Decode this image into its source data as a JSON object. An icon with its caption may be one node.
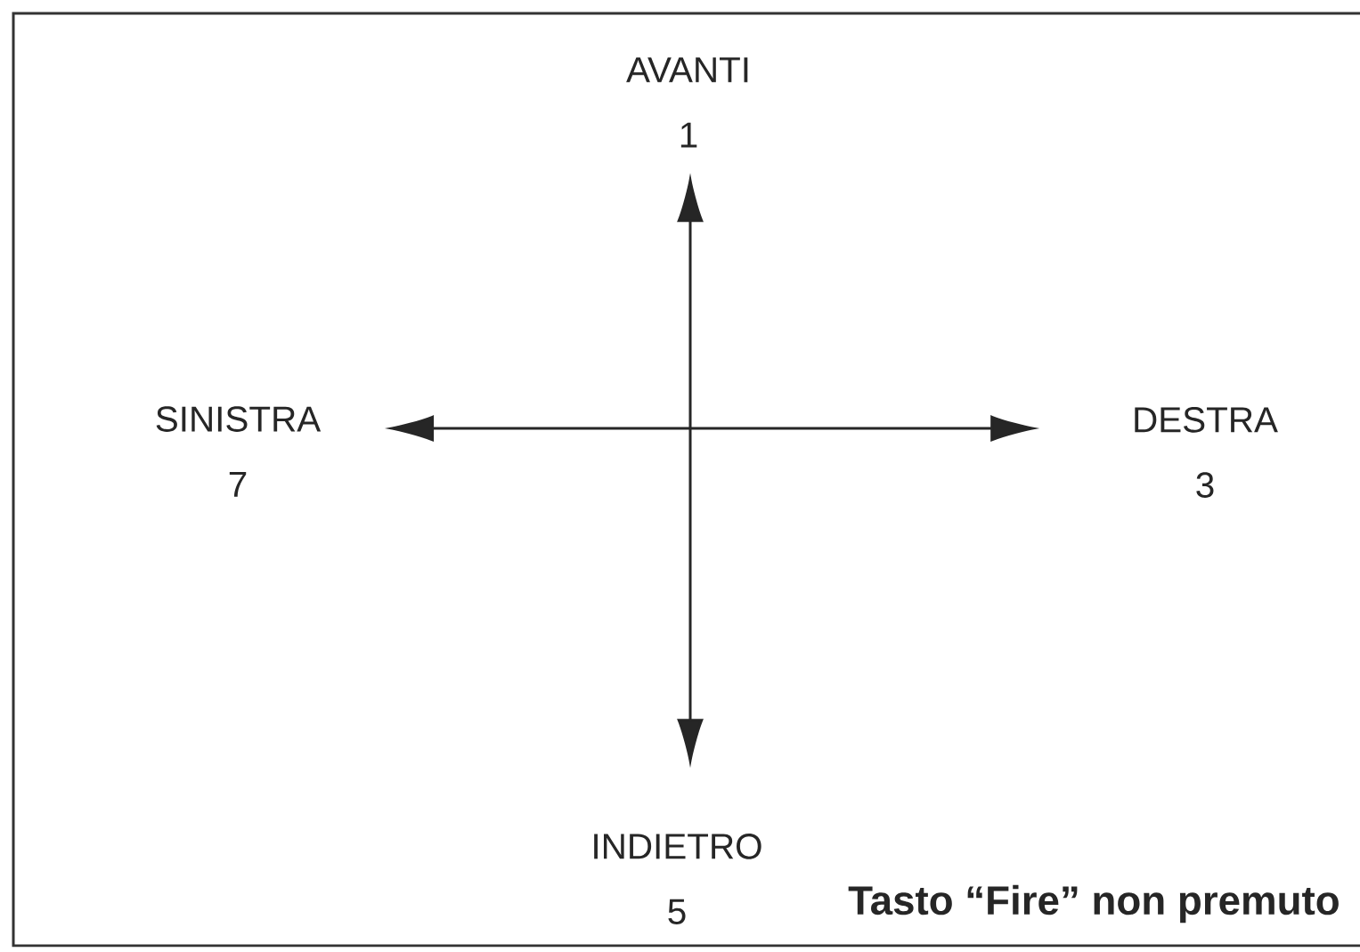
{
  "diagram": {
    "nodes": [
      {
        "text": [
          "AVANTI",
          "1"
        ]
      },
      {
        "text": [
          "SINISTRA",
          "7"
        ]
      },
      {
        "text": [
          "DESTRA",
          "3"
        ]
      },
      {
        "text": [
          "INDIETRO",
          "5"
        ]
      }
    ],
    "edges": [
      {
        "from": 1,
        "to": 2,
        "arrow": "both"
      },
      {
        "from": 0,
        "to": 3,
        "arrow": "both"
      }
    ],
    "labels": [
      "Tasto “Fire” non premuto"
    ]
  }
}
